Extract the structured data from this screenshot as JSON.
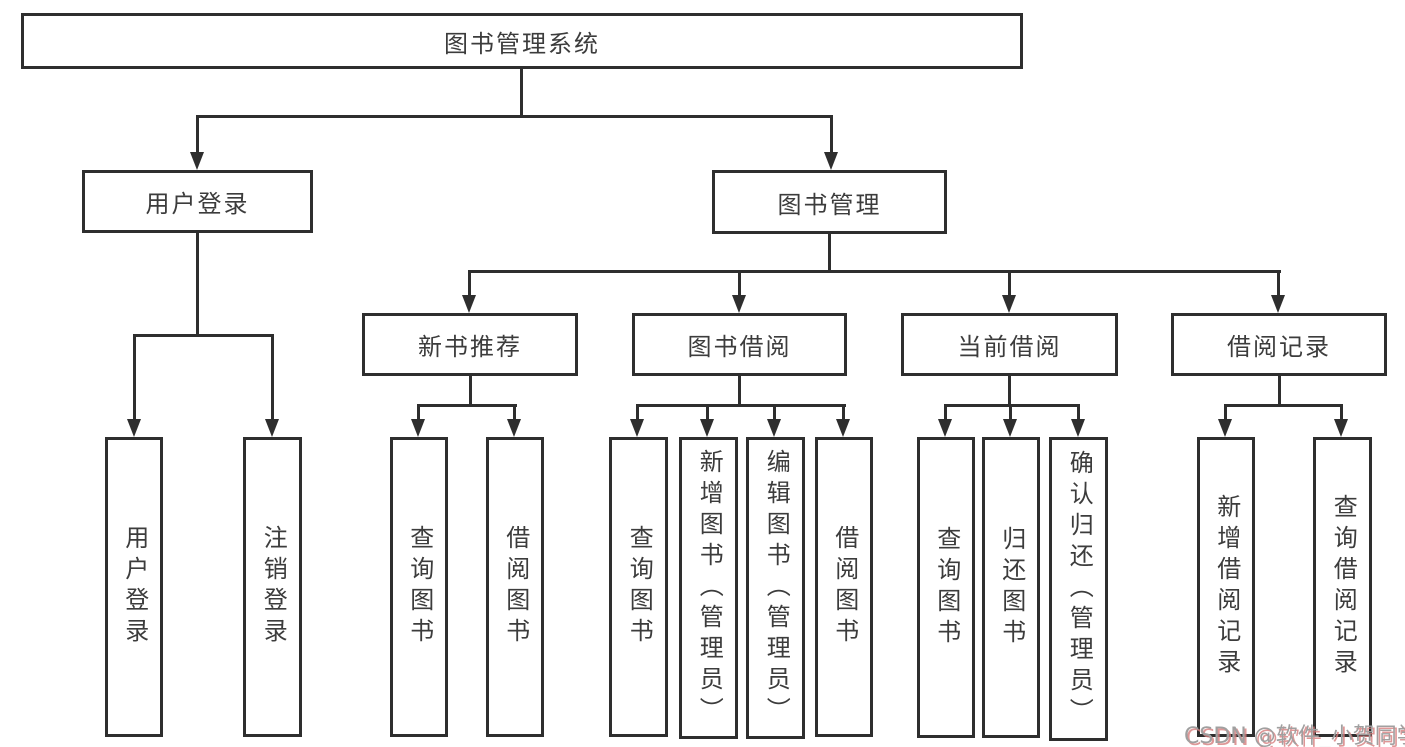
{
  "nodes": {
    "root": "图书管理系统",
    "level2": [
      "用户登录",
      "图书管理"
    ],
    "level3": [
      "新书推荐",
      "图书借阅",
      "当前借阅",
      "借阅记录"
    ],
    "leaves": [
      "用户登录",
      "注销登录",
      "查询图书",
      "借阅图书",
      "查询图书",
      "新增图书（管理员）",
      "编辑图书（管理员）",
      "借阅图书",
      "查询图书",
      "归还图书",
      "确认归还（管理员）",
      "新增借阅记录",
      "查询借阅记录"
    ]
  },
  "watermark": "CSDN @软件_小贺同学",
  "colors": {
    "line": "#2e2e2e",
    "text": "#3c3c3c",
    "background": "#ffffff",
    "watermark_gray": "#a0a0a0",
    "watermark_red": "#d67d7d"
  }
}
